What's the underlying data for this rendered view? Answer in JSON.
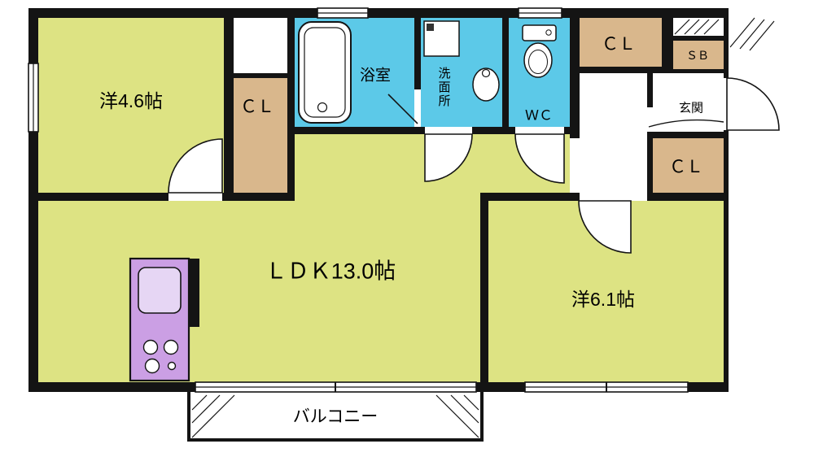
{
  "colors": {
    "wall": "#141414",
    "room_green": "#dde383",
    "water_blue": "#5cc9e8",
    "closet_tan": "#d9b78c",
    "kitchen_purple": "#cb9fe4",
    "kitchen_sink": "#e6d6f4"
  },
  "rooms": {
    "bedroom_46": {
      "label": "洋4.6帖"
    },
    "closet_left": {
      "label": "ＣＬ"
    },
    "bathroom": {
      "label": "浴室"
    },
    "washroom": {
      "label": "洗面所"
    },
    "wc": {
      "label": "ＷＣ"
    },
    "closet_hall": {
      "label": "ＣＬ"
    },
    "shoe_box": {
      "label": "ＳＢ"
    },
    "entrance": {
      "label": "玄関"
    },
    "closet_bedroom61": {
      "label": "ＣＬ"
    },
    "ldk": {
      "label": "ＬＤＫ13.0帖"
    },
    "bedroom_61": {
      "label": "洋6.1帖"
    },
    "balcony": {
      "label": "バルコニー"
    }
  }
}
